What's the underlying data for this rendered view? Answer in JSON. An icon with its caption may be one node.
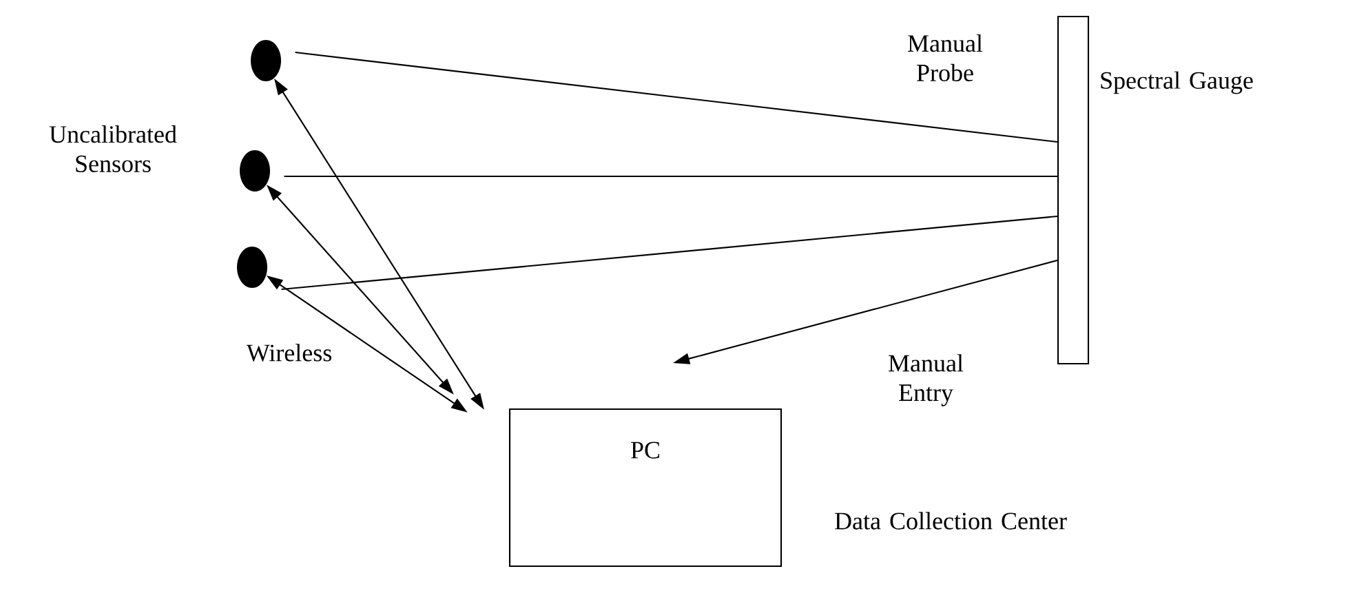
{
  "diagram": {
    "nodes": [
      {
        "text": [],
        "shape": "circle"
      },
      {
        "text": [],
        "shape": "circle"
      },
      {
        "text": [],
        "shape": "circle"
      },
      {
        "text": [],
        "shape": "bar",
        "beside": [
          "Spectral Gauge"
        ]
      },
      {
        "text": [
          "PC"
        ],
        "beside": [
          "Data Collection Center"
        ]
      }
    ],
    "edges": [
      {
        "from": 0,
        "to": 3,
        "arrow": "none"
      },
      {
        "from": 1,
        "to": 3,
        "arrow": "none"
      },
      {
        "from": 2,
        "to": 3,
        "arrow": "none"
      },
      {
        "from": 4,
        "to": 0,
        "arrow": "both"
      },
      {
        "from": 4,
        "to": 1,
        "arrow": "both"
      },
      {
        "from": 4,
        "to": 2,
        "arrow": "both"
      },
      {
        "from": 3,
        "to": 4,
        "arrow": "to",
        "label": "Manual Entry"
      }
    ],
    "labels": [
      "Manual Probe",
      "Uncalibrated Sensors",
      "Wireless"
    ]
  }
}
